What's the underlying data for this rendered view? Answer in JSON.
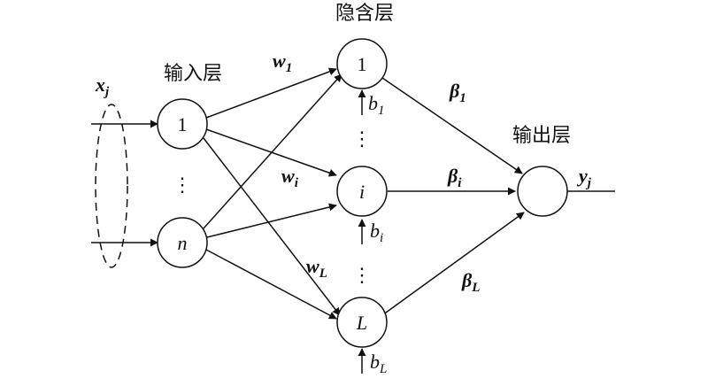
{
  "layers": {
    "input": "输入层",
    "hidden": "隐含层",
    "output": "输出层"
  },
  "input_nodes": {
    "first": "1",
    "last": "n"
  },
  "hidden_nodes": {
    "first": "1",
    "mid": "i",
    "last": "L"
  },
  "input_vector": {
    "base": "x",
    "sub": "j"
  },
  "output_vector": {
    "base": "y",
    "sub": "j"
  },
  "weights": {
    "w1": {
      "base": "w",
      "sub": "1"
    },
    "wi": {
      "base": "w",
      "sub": "i"
    },
    "wL": {
      "base": "w",
      "sub": "L"
    }
  },
  "betas": {
    "b1": {
      "base": "β",
      "sub": "1"
    },
    "bi": {
      "base": "β",
      "sub": "i"
    },
    "bL": {
      "base": "β",
      "sub": "L"
    }
  },
  "biases": {
    "b1": {
      "base": "b",
      "sub": "1"
    },
    "bi": {
      "base": "b",
      "sub": "i"
    },
    "bL": {
      "base": "b",
      "sub": "L"
    }
  },
  "ellipsis": "⋮"
}
